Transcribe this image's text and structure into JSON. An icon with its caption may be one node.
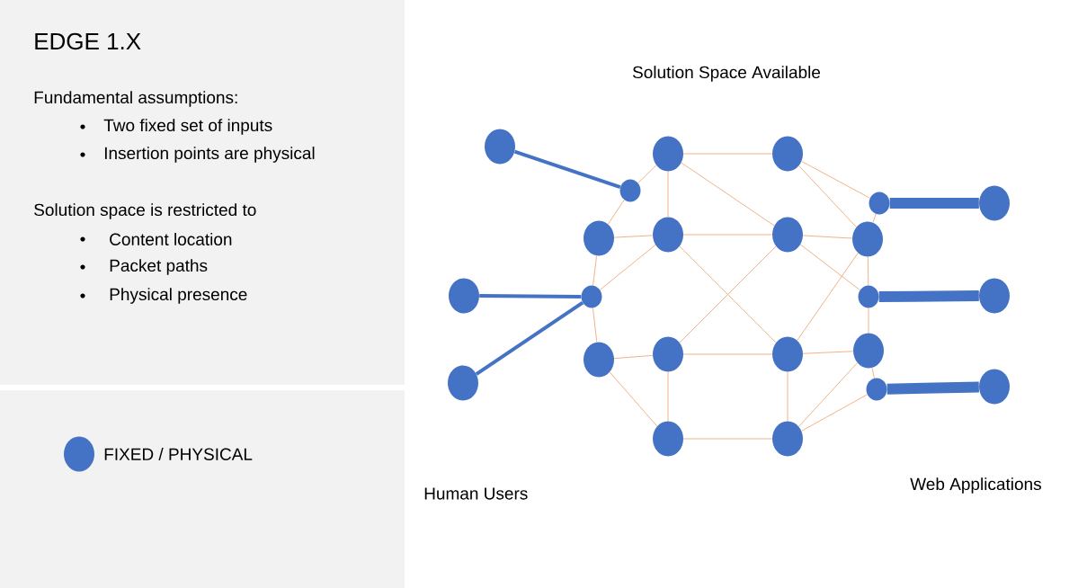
{
  "diagram": {
    "title": "EDGE 1.X",
    "nodes": [
      {
        "text": [],
        "shape": "circle"
      },
      {
        "text": [],
        "shape": "circle"
      },
      {
        "text": [],
        "shape": "circle"
      },
      {
        "text": [],
        "shape": "circle"
      },
      {
        "text": [],
        "shape": "circle"
      },
      {
        "text": [],
        "shape": "circle"
      },
      {
        "text": [],
        "shape": "circle"
      },
      {
        "text": [],
        "shape": "circle"
      },
      {
        "text": [],
        "shape": "circle"
      },
      {
        "text": [],
        "shape": "circle"
      },
      {
        "text": [],
        "shape": "circle"
      },
      {
        "text": [],
        "shape": "circle"
      },
      {
        "text": [],
        "shape": "circle"
      },
      {
        "text": [],
        "shape": "circle"
      },
      {
        "text": [],
        "shape": "circle"
      },
      {
        "text": [],
        "shape": "circle"
      },
      {
        "text": [],
        "shape": "circle"
      },
      {
        "text": [],
        "shape": "circle"
      },
      {
        "text": [],
        "shape": "circle"
      },
      {
        "text": [],
        "shape": "circle"
      },
      {
        "text": [],
        "shape": "circle"
      },
      {
        "text": [],
        "shape": "circle"
      },
      {
        "text": [],
        "shape": "circle"
      }
    ],
    "edges": [
      {
        "from": 0,
        "to": 1,
        "arrow": "none",
        "style": "thick",
        "color": "#4472c4"
      },
      {
        "from": 10,
        "to": 11,
        "arrow": "none",
        "style": "thick",
        "color": "#4472c4"
      },
      {
        "from": 18,
        "to": 11,
        "arrow": "none",
        "style": "thick",
        "color": "#4472c4"
      },
      {
        "from": 4,
        "to": 5,
        "arrow": "none",
        "style": "thick",
        "color": "#4472c4"
      },
      {
        "from": 12,
        "to": 13,
        "arrow": "none",
        "style": "thick",
        "color": "#4472c4"
      },
      {
        "from": 19,
        "to": 20,
        "arrow": "none",
        "style": "thick",
        "color": "#4472c4"
      },
      {
        "from": 1,
        "to": 2,
        "arrow": "none"
      },
      {
        "from": 1,
        "to": 6,
        "arrow": "none"
      },
      {
        "from": 2,
        "to": 3,
        "arrow": "none"
      },
      {
        "from": 2,
        "to": 7,
        "arrow": "none"
      },
      {
        "from": 2,
        "to": 8,
        "arrow": "none"
      },
      {
        "from": 3,
        "to": 4,
        "arrow": "none"
      },
      {
        "from": 3,
        "to": 9,
        "arrow": "none"
      },
      {
        "from": 4,
        "to": 9,
        "arrow": "none"
      },
      {
        "from": 6,
        "to": 7,
        "arrow": "none"
      },
      {
        "from": 6,
        "to": 11,
        "arrow": "none"
      },
      {
        "from": 7,
        "to": 8,
        "arrow": "none"
      },
      {
        "from": 7,
        "to": 11,
        "arrow": "none"
      },
      {
        "from": 7,
        "to": 16,
        "arrow": "none"
      },
      {
        "from": 8,
        "to": 9,
        "arrow": "none"
      },
      {
        "from": 8,
        "to": 15,
        "arrow": "none"
      },
      {
        "from": 8,
        "to": 12,
        "arrow": "none"
      },
      {
        "from": 9,
        "to": 16,
        "arrow": "none"
      },
      {
        "from": 9,
        "to": 12,
        "arrow": "none"
      },
      {
        "from": 12,
        "to": 17,
        "arrow": "none"
      },
      {
        "from": 11,
        "to": 14,
        "arrow": "none"
      },
      {
        "from": 14,
        "to": 15,
        "arrow": "none"
      },
      {
        "from": 15,
        "to": 16,
        "arrow": "none"
      },
      {
        "from": 16,
        "to": 17,
        "arrow": "none"
      },
      {
        "from": 14,
        "to": 21,
        "arrow": "none"
      },
      {
        "from": 15,
        "to": 21,
        "arrow": "none"
      },
      {
        "from": 21,
        "to": 22,
        "arrow": "none"
      },
      {
        "from": 16,
        "to": 22,
        "arrow": "none"
      },
      {
        "from": 17,
        "to": 22,
        "arrow": "none"
      },
      {
        "from": 22,
        "to": 19,
        "arrow": "none"
      },
      {
        "from": 17,
        "to": 19,
        "arrow": "none"
      }
    ],
    "labels": [
      "Fundamental assumptions:",
      "Two fixed set of inputs",
      "Insertion points are physical",
      "Solution space is restricted to",
      "Content location",
      "Packet paths",
      "Physical presence",
      "Solution Space Available",
      "Human Users",
      "Web Applications"
    ],
    "legend": [
      {
        "text": "FIXED / PHYSICAL",
        "color": "#4472c4"
      }
    ]
  }
}
